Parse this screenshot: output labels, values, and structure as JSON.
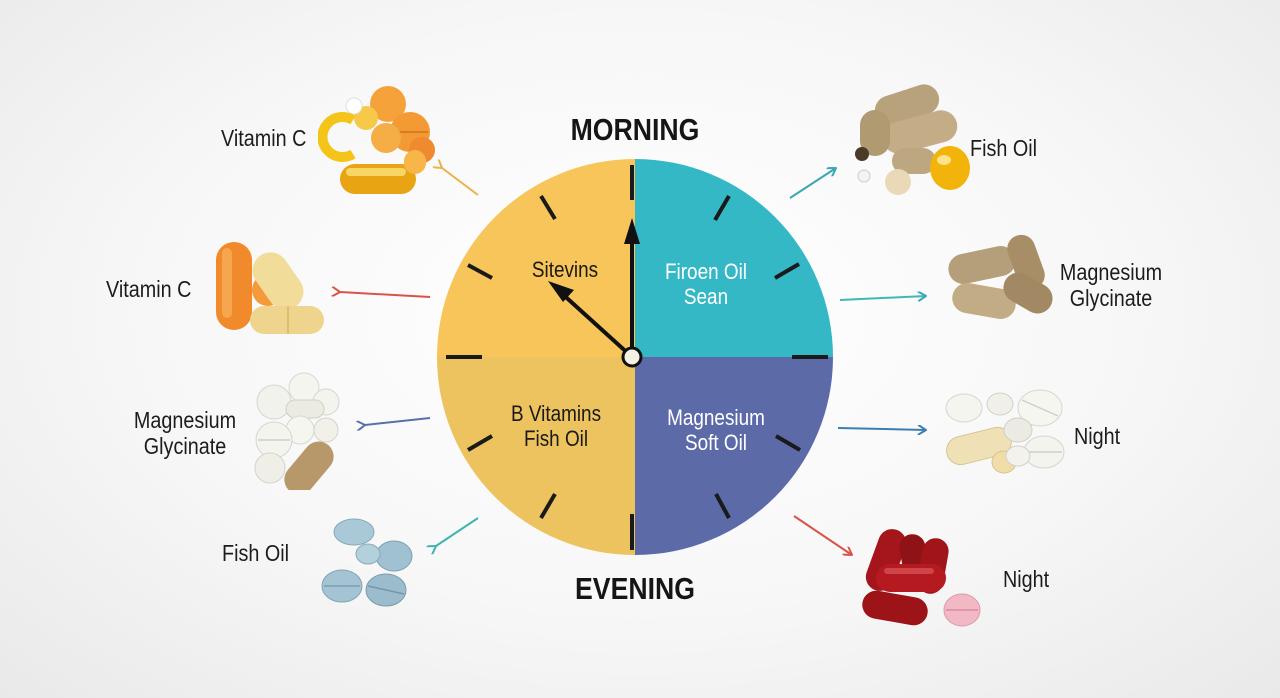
{
  "clock": {
    "top_label": "MORNING",
    "bottom_label": "EVENING",
    "quadrants": {
      "top_left": "Sitevins",
      "top_right": [
        "Firoen Oil",
        "Sean"
      ],
      "bottom_left": [
        "B Vitamins",
        "Fish Oil"
      ],
      "bottom_right": [
        "Magnesium",
        "Soft Oil"
      ]
    },
    "colors": {
      "top_left": "#f7c55a",
      "top_right": "#35b8c5",
      "bottom_left": "#ecc35e",
      "bottom_right": "#5c6aa8"
    }
  },
  "left_items": [
    {
      "label": "Vitamin C",
      "icon": "citrus-capsules-icon",
      "arrow_color": "#e8b34a"
    },
    {
      "label": "Vitamin C",
      "icon": "orange-capsules-icon",
      "arrow_color": "#d9534a"
    },
    {
      "label": [
        "Magnesium",
        "Glycinate"
      ],
      "icon": "white-tablets-icon",
      "arrow_color": "#5b6fa8"
    },
    {
      "label": "Fish Oil",
      "icon": "blue-tablets-icon",
      "arrow_color": "#3fb3b3"
    }
  ],
  "right_items": [
    {
      "label": "Fish Oil",
      "icon": "fish-oil-capsules-icon",
      "arrow_color": "#3aa7b3"
    },
    {
      "label": [
        "Magnesium",
        "Glycinate"
      ],
      "icon": "brown-capsules-icon",
      "arrow_color": "#3fb8b8"
    },
    {
      "label": "Night",
      "icon": "white-pills-icon",
      "arrow_color": "#3a7fb0"
    },
    {
      "label": "Night",
      "icon": "red-softgels-icon",
      "arrow_color": "#d9534a"
    }
  ]
}
